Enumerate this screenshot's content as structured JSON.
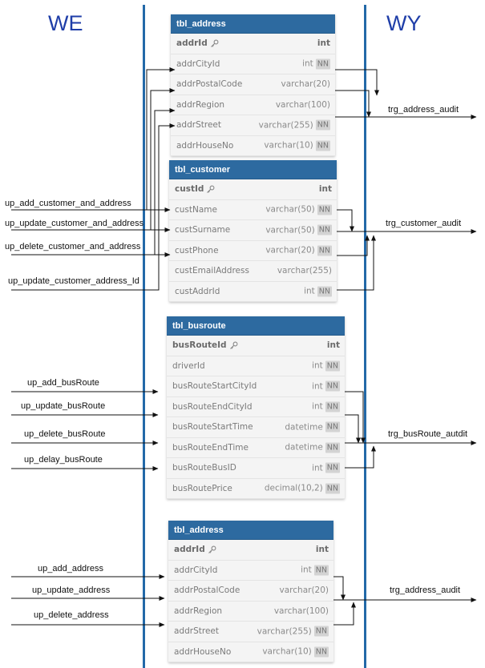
{
  "zones": {
    "left": "WE",
    "right": "WY"
  },
  "tables": [
    {
      "title": "tbl_address",
      "rows": [
        {
          "name": "addrId",
          "type": "int",
          "nn": false,
          "pk": true
        },
        {
          "name": "addrCityId",
          "type": "int",
          "nn": true,
          "pk": false
        },
        {
          "name": "addrPostalCode",
          "type": "varchar(20)",
          "nn": false,
          "pk": false
        },
        {
          "name": "addrRegion",
          "type": "varchar(100)",
          "nn": false,
          "pk": false
        },
        {
          "name": "addrStreet",
          "type": "varchar(255)",
          "nn": true,
          "pk": false
        },
        {
          "name": "addrHouseNo",
          "type": "varchar(10)",
          "nn": true,
          "pk": false
        }
      ]
    },
    {
      "title": "tbl_customer",
      "rows": [
        {
          "name": "custId",
          "type": "int",
          "nn": false,
          "pk": true
        },
        {
          "name": "custName",
          "type": "varchar(50)",
          "nn": true,
          "pk": false
        },
        {
          "name": "custSurname",
          "type": "varchar(50)",
          "nn": true,
          "pk": false
        },
        {
          "name": "custPhone",
          "type": "varchar(20)",
          "nn": true,
          "pk": false
        },
        {
          "name": "custEmailAddress",
          "type": "varchar(255)",
          "nn": false,
          "pk": false
        },
        {
          "name": "custAddrId",
          "type": "int",
          "nn": true,
          "pk": false
        }
      ]
    },
    {
      "title": "tbl_busroute",
      "rows": [
        {
          "name": "busRouteId",
          "type": "int",
          "nn": false,
          "pk": true
        },
        {
          "name": "driverId",
          "type": "int",
          "nn": true,
          "pk": false
        },
        {
          "name": "busRouteStartCityId",
          "type": "int",
          "nn": true,
          "pk": false
        },
        {
          "name": "busRouteEndCityId",
          "type": "int",
          "nn": true,
          "pk": false
        },
        {
          "name": "busRouteStartTime",
          "type": "datetime",
          "nn": true,
          "pk": false
        },
        {
          "name": "busRouteEndTime",
          "type": "datetime",
          "nn": true,
          "pk": false
        },
        {
          "name": "busRouteBusID",
          "type": "int",
          "nn": true,
          "pk": false
        },
        {
          "name": "busRoutePrice",
          "type": "decimal(10,2)",
          "nn": true,
          "pk": false
        }
      ]
    },
    {
      "title": "tbl_address",
      "rows": [
        {
          "name": "addrId",
          "type": "int",
          "nn": false,
          "pk": true
        },
        {
          "name": "addrCityId",
          "type": "int",
          "nn": true,
          "pk": false
        },
        {
          "name": "addrPostalCode",
          "type": "varchar(20)",
          "nn": false,
          "pk": false
        },
        {
          "name": "addrRegion",
          "type": "varchar(100)",
          "nn": false,
          "pk": false
        },
        {
          "name": "addrStreet",
          "type": "varchar(255)",
          "nn": true,
          "pk": false
        },
        {
          "name": "addrHouseNo",
          "type": "varchar(10)",
          "nn": true,
          "pk": false
        }
      ]
    }
  ],
  "procedures": [
    "up_add_customer_and_address",
    "up_update_customer_and_address",
    "up_delete_customer_and_address",
    "up_update_customer_address_Id",
    "up_add_busRoute",
    "up_update_busRoute",
    "up_delete_busRoute",
    "up_delay_busRoute",
    "up_add_address",
    "up_update_address",
    "up_delete_address"
  ],
  "triggers": [
    "trg_address_audit",
    "trg_customer_audit",
    "trg_busRoute_autdit",
    "trg_address_audit"
  ],
  "colors": {
    "zone_line": "#2369a8",
    "zone_text": "#1f3ea8",
    "table_header": "#2d6aa0",
    "table_body": "#f4f4f4",
    "nn_badge": "#d3d3d3"
  }
}
